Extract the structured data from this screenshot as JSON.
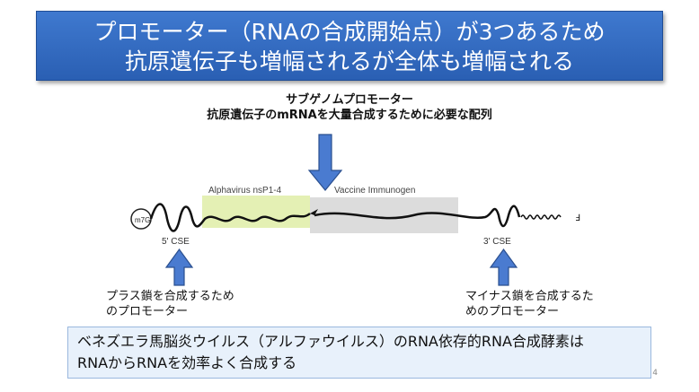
{
  "title": {
    "line1": "プロモーター（RNAの合成開始点）が3つあるため",
    "line2": "抗原遺伝子も増幅されるが全体も増幅される"
  },
  "top_label": {
    "line1": "サブゲノムプロモーター",
    "line2": "抗原遺伝子のmRNAを大量合成するために必要な配列"
  },
  "left_label": {
    "line1": "プラス鎖を合成するため",
    "line2": "のプロモーター"
  },
  "right_label": {
    "line1": "マイナス鎖を合成するた",
    "line2": "めのプロモーター"
  },
  "diagram": {
    "cap": "m7G",
    "left_cse": "5' CSE",
    "right_cse": "3' CSE",
    "segment1": "Alphavirus nsP1-4",
    "segment2": "Vaccine Immunogen",
    "tail_mark": "Ⅎ"
  },
  "bottom_note": {
    "line1": "ベネズエラ馬脳炎ウイルス（アルファウイルス）のRNA依存的RNA合成酵素は",
    "line2": "RNAからRNAを効率よく合成する"
  },
  "page_number": "4",
  "colors": {
    "title_bg": "#3a70c4",
    "arrow_fill": "#4a7bd0",
    "arrow_stroke": "#2a4f8f",
    "segment1_bg": "#e4f0b4",
    "segment2_bg": "#dcdcdc",
    "note_bg": "#e8f1fb"
  }
}
